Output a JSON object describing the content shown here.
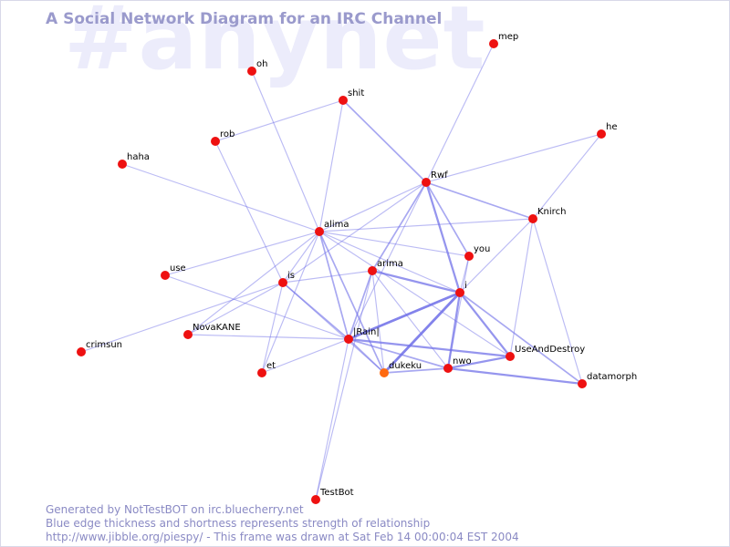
{
  "watermark": "#anynet",
  "title": "A Social Network Diagram for an IRC Channel",
  "footer": {
    "line1": "Generated by NotTestBOT on irc.bluecherry.net",
    "line2": "Blue edge thickness and shortness represents strength of relationship",
    "line3": "http://www.jibble.org/piespy/ - This frame was drawn at Sat Feb 14 00:00:04 EST 2004"
  },
  "colors": {
    "node": "#ee1111",
    "node_highlight": "#ff6a10",
    "edge": "#7070e8",
    "title": "#9a9acc",
    "watermark": "#ececfb"
  },
  "nodes": [
    {
      "id": "mep",
      "label": "mep"
    },
    {
      "id": "oh",
      "label": "oh"
    },
    {
      "id": "shit",
      "label": "shit"
    },
    {
      "id": "he",
      "label": "he"
    },
    {
      "id": "rob",
      "label": "rob"
    },
    {
      "id": "haha",
      "label": "haha"
    },
    {
      "id": "Rwf",
      "label": "Rwf"
    },
    {
      "id": "Knirch",
      "label": "Knirch"
    },
    {
      "id": "alima",
      "label": "alima"
    },
    {
      "id": "you",
      "label": "you"
    },
    {
      "id": "use",
      "label": "use"
    },
    {
      "id": "arima",
      "label": "arima"
    },
    {
      "id": "is",
      "label": "is"
    },
    {
      "id": "i",
      "label": "i"
    },
    {
      "id": "NovaKANE",
      "label": "NovaKANE"
    },
    {
      "id": "Rain",
      "label": "|Rain|"
    },
    {
      "id": "crimsun",
      "label": "crimsun"
    },
    {
      "id": "UseAndDestroy",
      "label": "UseAndDestroy"
    },
    {
      "id": "et",
      "label": "et"
    },
    {
      "id": "dukeku",
      "label": "dukeku",
      "highlight": true
    },
    {
      "id": "nwo",
      "label": "nwo"
    },
    {
      "id": "datamorph",
      "label": "datamorph"
    },
    {
      "id": "TestBot",
      "label": "TestBot"
    }
  ],
  "edges": [
    {
      "a": "mep",
      "b": "Rwf",
      "w": 1
    },
    {
      "a": "oh",
      "b": "alima",
      "w": 1
    },
    {
      "a": "shit",
      "b": "Rwf",
      "w": 2
    },
    {
      "a": "shit",
      "b": "alima",
      "w": 1
    },
    {
      "a": "shit",
      "b": "rob",
      "w": 1
    },
    {
      "a": "he",
      "b": "Rwf",
      "w": 1
    },
    {
      "a": "he",
      "b": "Knirch",
      "w": 1
    },
    {
      "a": "rob",
      "b": "is",
      "w": 1
    },
    {
      "a": "haha",
      "b": "alima",
      "w": 1
    },
    {
      "a": "Rwf",
      "b": "alima",
      "w": 1
    },
    {
      "a": "Rwf",
      "b": "is",
      "w": 1
    },
    {
      "a": "Rwf",
      "b": "Knirch",
      "w": 2
    },
    {
      "a": "Rwf",
      "b": "i",
      "w": 3
    },
    {
      "a": "Rwf",
      "b": "you",
      "w": 2
    },
    {
      "a": "Rwf",
      "b": "arima",
      "w": 2
    },
    {
      "a": "Rwf",
      "b": "Rain",
      "w": 1
    },
    {
      "a": "Knirch",
      "b": "alima",
      "w": 1
    },
    {
      "a": "Knirch",
      "b": "i",
      "w": 1
    },
    {
      "a": "Knirch",
      "b": "UseAndDestroy",
      "w": 1
    },
    {
      "a": "Knirch",
      "b": "datamorph",
      "w": 1
    },
    {
      "a": "alima",
      "b": "you",
      "w": 1
    },
    {
      "a": "alima",
      "b": "i",
      "w": 1
    },
    {
      "a": "alima",
      "b": "use",
      "w": 1
    },
    {
      "a": "alima",
      "b": "is",
      "w": 1
    },
    {
      "a": "alima",
      "b": "NovaKANE",
      "w": 1
    },
    {
      "a": "alima",
      "b": "Rain",
      "w": 2
    },
    {
      "a": "alima",
      "b": "et",
      "w": 1
    },
    {
      "a": "alima",
      "b": "dukeku",
      "w": 2
    },
    {
      "a": "alima",
      "b": "UseAndDestroy",
      "w": 1
    },
    {
      "a": "you",
      "b": "i",
      "w": 1
    },
    {
      "a": "you",
      "b": "nwo",
      "w": 1
    },
    {
      "a": "use",
      "b": "Rain",
      "w": 1
    },
    {
      "a": "arima",
      "b": "i",
      "w": 3
    },
    {
      "a": "arima",
      "b": "Rain",
      "w": 2
    },
    {
      "a": "arima",
      "b": "is",
      "w": 1
    },
    {
      "a": "arima",
      "b": "nwo",
      "w": 1
    },
    {
      "a": "arima",
      "b": "dukeku",
      "w": 1
    },
    {
      "a": "arima",
      "b": "TestBot",
      "w": 1
    },
    {
      "a": "is",
      "b": "crimsun",
      "w": 1
    },
    {
      "a": "is",
      "b": "Rain",
      "w": 2
    },
    {
      "a": "is",
      "b": "et",
      "w": 1
    },
    {
      "a": "is",
      "b": "dukeku",
      "w": 1
    },
    {
      "a": "is",
      "b": "NovaKANE",
      "w": 1
    },
    {
      "a": "i",
      "b": "Rain",
      "w": 4
    },
    {
      "a": "i",
      "b": "dukeku",
      "w": 4
    },
    {
      "a": "i",
      "b": "nwo",
      "w": 3
    },
    {
      "a": "i",
      "b": "UseAndDestroy",
      "w": 3
    },
    {
      "a": "i",
      "b": "datamorph",
      "w": 2
    },
    {
      "a": "NovaKANE",
      "b": "Rain",
      "w": 1
    },
    {
      "a": "Rain",
      "b": "UseAndDestroy",
      "w": 3
    },
    {
      "a": "Rain",
      "b": "nwo",
      "w": 2
    },
    {
      "a": "Rain",
      "b": "dukeku",
      "w": 2
    },
    {
      "a": "Rain",
      "b": "et",
      "w": 1
    },
    {
      "a": "Rain",
      "b": "TestBot",
      "w": 1
    },
    {
      "a": "dukeku",
      "b": "nwo",
      "w": 2
    },
    {
      "a": "nwo",
      "b": "UseAndDestroy",
      "w": 3
    },
    {
      "a": "nwo",
      "b": "datamorph",
      "w": 3
    }
  ]
}
